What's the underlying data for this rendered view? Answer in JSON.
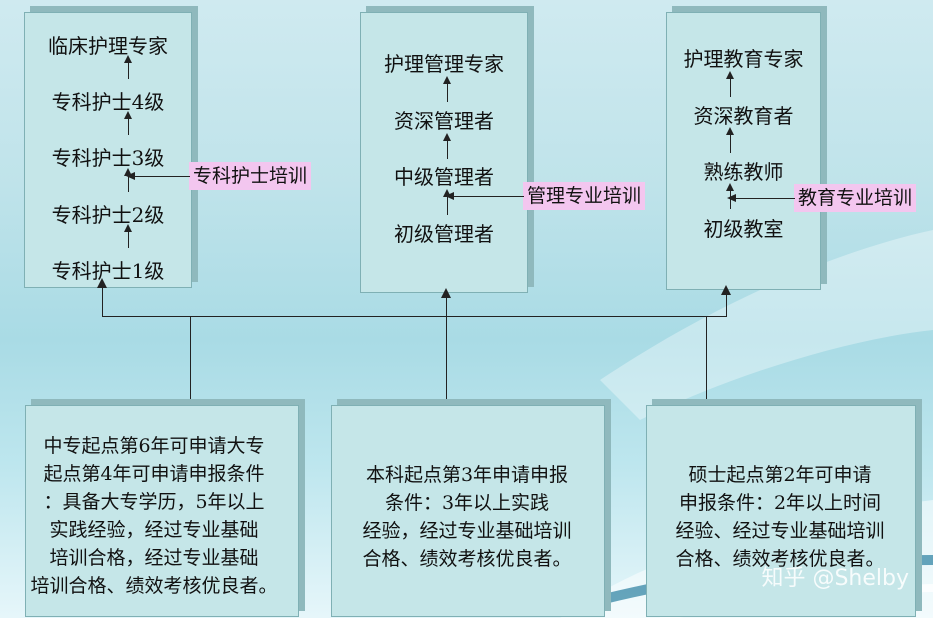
{
  "columns": [
    {
      "nodes": [
        "临床护理专家",
        "专科护士4级",
        "专科护士3级",
        "专科护士2级",
        "专科护士1级"
      ],
      "training": "专科护士培训"
    },
    {
      "nodes": [
        "护理管理专家",
        "资深管理者",
        "中级管理者",
        "初级管理者"
      ],
      "training": "管理专业培训"
    },
    {
      "nodes": [
        "护理教育专家",
        "资深教育者",
        "熟练教师",
        "初级教室"
      ],
      "training": "教育专业培训"
    }
  ],
  "requirements": [
    [
      "中专起点第6年可申请大专",
      "起点第4年可申请申报条件",
      "：具备大专学历，5年以上",
      "实践经验，经过专业基础",
      "培训合格，经过专业基础",
      "培训合格、绩效考核优良者。"
    ],
    [
      "本科起点第3年申请申报",
      "条件：3年以上实践",
      "经验，经过专业基础培训",
      "合格、绩效考核优良者。"
    ],
    [
      "硕士起点第2年可申请",
      "申报条件：2年以上时间",
      "经验、经过专业基础培训",
      "合格、绩效考核优良者。"
    ]
  ],
  "watermark": "知乎 @Shelby"
}
